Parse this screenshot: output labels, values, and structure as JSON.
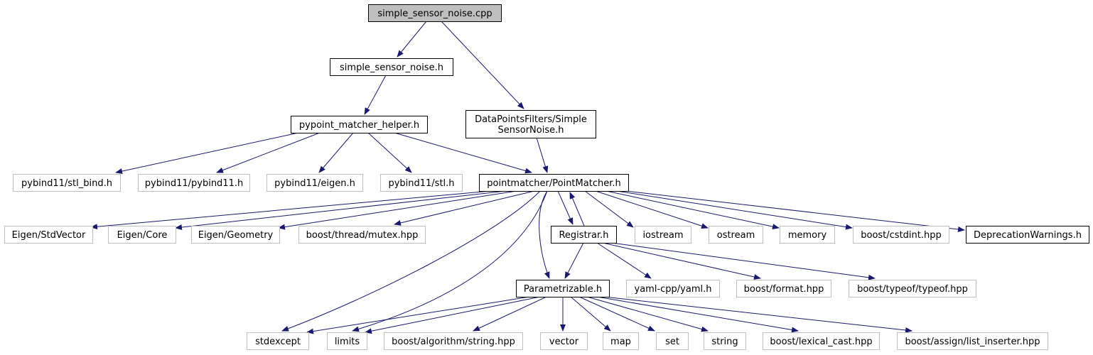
{
  "diagram": {
    "colors": {
      "edge": "#191970",
      "root_fill": "#bfbfbf",
      "node_border": "#000000",
      "external_border": "#bfbfbf",
      "text": "#000000"
    },
    "nodes": [
      {
        "id": "n0",
        "label": "simple_sensor_noise.cpp",
        "kind": "root"
      },
      {
        "id": "n1",
        "label": "simple_sensor_noise.h",
        "kind": "local"
      },
      {
        "id": "n2",
        "label": "pypoint_matcher_helper.h",
        "kind": "local"
      },
      {
        "id": "n3",
        "label": [
          "DataPointsFilters/Simple",
          "SensorNoise.h"
        ],
        "kind": "local"
      },
      {
        "id": "n4",
        "label": "pybind11/stl_bind.h",
        "kind": "external"
      },
      {
        "id": "n5",
        "label": "pybind11/pybind11.h",
        "kind": "external"
      },
      {
        "id": "n6",
        "label": "pybind11/eigen.h",
        "kind": "external"
      },
      {
        "id": "n7",
        "label": "pybind11/stl.h",
        "kind": "external"
      },
      {
        "id": "n8",
        "label": "pointmatcher/PointMatcher.h",
        "kind": "local"
      },
      {
        "id": "n9",
        "label": "Eigen/StdVector",
        "kind": "external"
      },
      {
        "id": "n10",
        "label": "Eigen/Core",
        "kind": "external"
      },
      {
        "id": "n11",
        "label": "Eigen/Geometry",
        "kind": "external"
      },
      {
        "id": "n12",
        "label": "boost/thread/mutex.hpp",
        "kind": "external"
      },
      {
        "id": "n13",
        "label": "Registrar.h",
        "kind": "local"
      },
      {
        "id": "n14",
        "label": "iostream",
        "kind": "external"
      },
      {
        "id": "n15",
        "label": "ostream",
        "kind": "external"
      },
      {
        "id": "n16",
        "label": "memory",
        "kind": "external"
      },
      {
        "id": "n17",
        "label": "boost/cstdint.hpp",
        "kind": "external"
      },
      {
        "id": "n18",
        "label": "DeprecationWarnings.h",
        "kind": "local"
      },
      {
        "id": "n19",
        "label": "Parametrizable.h",
        "kind": "local"
      },
      {
        "id": "n20",
        "label": "yaml-cpp/yaml.h",
        "kind": "external"
      },
      {
        "id": "n21",
        "label": "boost/format.hpp",
        "kind": "external"
      },
      {
        "id": "n22",
        "label": "boost/typeof/typeof.hpp",
        "kind": "external"
      },
      {
        "id": "n23",
        "label": "stdexcept",
        "kind": "external"
      },
      {
        "id": "n24",
        "label": "limits",
        "kind": "external"
      },
      {
        "id": "n25",
        "label": "boost/algorithm/string.hpp",
        "kind": "external"
      },
      {
        "id": "n26",
        "label": "vector",
        "kind": "external"
      },
      {
        "id": "n27",
        "label": "map",
        "kind": "external"
      },
      {
        "id": "n28",
        "label": "set",
        "kind": "external"
      },
      {
        "id": "n29",
        "label": "string",
        "kind": "external"
      },
      {
        "id": "n30",
        "label": "boost/lexical_cast.hpp",
        "kind": "external"
      },
      {
        "id": "n31",
        "label": "boost/assign/list_inserter.hpp",
        "kind": "external"
      }
    ],
    "edges": [
      [
        "n0",
        "n1"
      ],
      [
        "n0",
        "n3"
      ],
      [
        "n1",
        "n2"
      ],
      [
        "n2",
        "n4"
      ],
      [
        "n2",
        "n5"
      ],
      [
        "n2",
        "n6"
      ],
      [
        "n2",
        "n7"
      ],
      [
        "n2",
        "n8"
      ],
      [
        "n3",
        "n8"
      ],
      [
        "n8",
        "n9"
      ],
      [
        "n8",
        "n10"
      ],
      [
        "n8",
        "n11"
      ],
      [
        "n8",
        "n12"
      ],
      [
        "n8",
        "n23"
      ],
      [
        "n8",
        "n24"
      ],
      [
        "n8",
        "n19"
      ],
      [
        "n8",
        "n13"
      ],
      [
        "n8",
        "n14"
      ],
      [
        "n8",
        "n15"
      ],
      [
        "n8",
        "n16"
      ],
      [
        "n8",
        "n17"
      ],
      [
        "n8",
        "n18"
      ],
      [
        "n13",
        "n8"
      ],
      [
        "n13",
        "n19"
      ],
      [
        "n13",
        "n20"
      ],
      [
        "n13",
        "n21"
      ],
      [
        "n13",
        "n22"
      ],
      [
        "n19",
        "n23"
      ],
      [
        "n19",
        "n24"
      ],
      [
        "n19",
        "n25"
      ],
      [
        "n19",
        "n26"
      ],
      [
        "n19",
        "n27"
      ],
      [
        "n19",
        "n28"
      ],
      [
        "n19",
        "n29"
      ],
      [
        "n19",
        "n30"
      ],
      [
        "n19",
        "n31"
      ]
    ]
  }
}
